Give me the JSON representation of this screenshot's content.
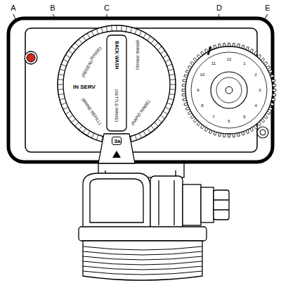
{
  "diagram": {
    "nodes": [
      {
        "text": [
          "3a"
        ]
      }
    ],
    "labels": [
      "A",
      "B",
      "C",
      "D",
      "E",
      "IN SERV",
      "(REGEN)",
      "(RINSE)",
      "BACK WASH",
      "(BRINE RINSE)",
      "(SETTLE RINSE)",
      "(BRINE REFILL)",
      "(RAPID RINSE)",
      "12",
      "1",
      "2",
      "3",
      "4",
      "5",
      "6",
      "7",
      "8",
      "9",
      "10",
      "11"
    ]
  }
}
